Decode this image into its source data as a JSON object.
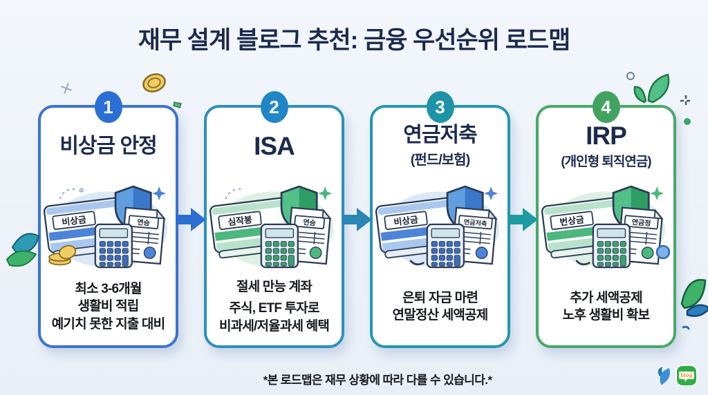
{
  "title": "재무 설계 블로그 추천: 금융 우선순위 로드맵",
  "cards": [
    {
      "number": "1",
      "title": "비상금 안정",
      "subtitle": "",
      "card_label": "비상금",
      "doc_label": "연승",
      "desc_lines": [
        "최소 3-6개월",
        "생활비 적립",
        "예기치 못한 지출 대비"
      ],
      "border_color": "#3b74d1",
      "badge_color": "#2a6fd4",
      "scheme": "blue"
    },
    {
      "number": "2",
      "title": "ISA",
      "subtitle": "",
      "card_label": "심작봉",
      "doc_label": "연승",
      "desc_lines": [
        "절세 만능 계좌",
        "주식, ETF 투자로",
        "비과세/저율과세 혜택"
      ],
      "border_color": "#2e8fb8",
      "badge_color": "#2186c6",
      "scheme": "green"
    },
    {
      "number": "3",
      "title": "연금저축",
      "subtitle": "(펀드/보험)",
      "card_label": "비상금",
      "doc_label": "연금저축",
      "desc_lines": [
        "은퇴 자금 마련",
        "연말정산 세액공제"
      ],
      "border_color": "#2397ac",
      "badge_color": "#1d93a8",
      "scheme": "blue"
    },
    {
      "number": "4",
      "title": "IRP",
      "subtitle": "(개인형 퇴직연금)",
      "card_label": "번상금",
      "doc_label": "연금정",
      "desc_lines": [
        "추가 세액공제",
        "노후 생활비 확보"
      ],
      "border_color": "#48a868",
      "badge_color": "#41a35f",
      "scheme": "green"
    }
  ],
  "arrows": {
    "colors": [
      "#2d6fd0",
      "#2b85b5",
      "#1d9aa2"
    ]
  },
  "footer": {
    "disclaimer": "*본 로드맵은 재무 상황에 따라 다를 수 있습니다.*",
    "blog_label": "blog"
  },
  "colors": {
    "background": "#edf2f9",
    "title_text": "#1d2a4e",
    "desc_text": "#15181d",
    "blog_badge_green": "#2fae47",
    "blog_text_orange": "#f59b1b",
    "bird_blue": "#3e8fd8",
    "bird_teal": "#2b7f9e"
  }
}
